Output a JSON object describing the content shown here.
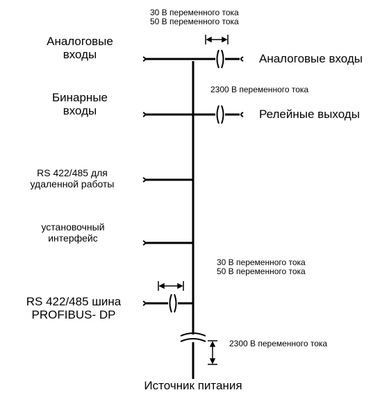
{
  "inputs": {
    "analog_in_line1": "Аналоговые",
    "analog_in_line2": "входы",
    "binary_in_line1": "Бинарные",
    "binary_in_line2": "входы",
    "rs_remote_line1": "RS 422/485 для",
    "rs_remote_line2": "удаленной работы",
    "setup_line1": "установочный",
    "setup_line2": "интерфейс",
    "profibus_line1": "RS 422/485  шина",
    "profibus_line2": "PROFIBUS- DP"
  },
  "outputs": {
    "analog_out": "Аналоговые входы",
    "relay_out": "Релейные выходы"
  },
  "isolation": {
    "top_line1": "30 В переменного тока",
    "top_line2": "50 В переменного тока",
    "relay_voltage": "2300  В переменного тока",
    "bus_line1": "30 В  переменного тока",
    "bus_line2": "50 В переменного тока",
    "power_voltage": "2300  В переменного тока"
  },
  "power_supply": "Источник питания"
}
